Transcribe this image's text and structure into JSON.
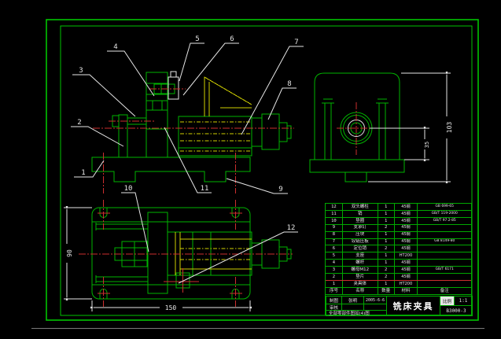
{
  "palette": {
    "background": "#000000",
    "line_green": "#00b400",
    "line_yellow": "#cfcf00",
    "line_red": "#cc2e2e",
    "line_white": "#e6e6e6"
  },
  "drawing": {
    "part_labels": [
      "1",
      "2",
      "3",
      "4",
      "5",
      "6",
      "7",
      "8",
      "9",
      "10",
      "11",
      "12"
    ],
    "dimensions": {
      "side_overall_height": "103",
      "side_center_height": "35",
      "plan_length": "150",
      "plan_width": "90"
    }
  },
  "bom": {
    "headers": {
      "no": "序号",
      "name": "名称",
      "qty": "数量",
      "material": "材料",
      "remark": "备注"
    },
    "rows": [
      {
        "no": "12",
        "name": "双头螺柱",
        "qty": "1",
        "material": "45钢",
        "remark": "GB 699-65"
      },
      {
        "no": "11",
        "name": "销",
        "qty": "1",
        "material": "45钢",
        "remark": "GB/T 119-2000"
      },
      {
        "no": "10",
        "name": "垫圈",
        "qty": "1",
        "material": "45钢",
        "remark": "GB/T 97.2-85"
      },
      {
        "no": "9",
        "name": "支承钉",
        "qty": "2",
        "material": "45钢",
        "remark": ""
      },
      {
        "no": "8",
        "name": "压块",
        "qty": "1",
        "material": "45钢",
        "remark": ""
      },
      {
        "no": "7",
        "name": "铰链压板",
        "qty": "1",
        "material": "45钢",
        "remark": "GB 8149-80"
      },
      {
        "no": "6",
        "name": "定位销",
        "qty": "2",
        "material": "45钢",
        "remark": ""
      },
      {
        "no": "5",
        "name": "支座",
        "qty": "1",
        "material": "HT200",
        "remark": ""
      },
      {
        "no": "4",
        "name": "螺杆",
        "qty": "1",
        "material": "45钢",
        "remark": ""
      },
      {
        "no": "3",
        "name": "螺母M12",
        "qty": "2",
        "material": "45钢",
        "remark": "GB/T 6171"
      },
      {
        "no": "2",
        "name": "垫片",
        "qty": "2",
        "material": "45钢",
        "remark": ""
      },
      {
        "no": "1",
        "name": "夹具体",
        "qty": "1",
        "material": "HT200",
        "remark": ""
      }
    ]
  },
  "title_block": {
    "drawn_label": "制图",
    "drawn_by": "张明",
    "date": "2005-6-6",
    "checked_label": "审核",
    "title": "铣床夹具",
    "scale_label": "比例",
    "scale_value": "1:1",
    "drawing_no": "B3000-3",
    "note": "全部零部件图如(4)图"
  }
}
